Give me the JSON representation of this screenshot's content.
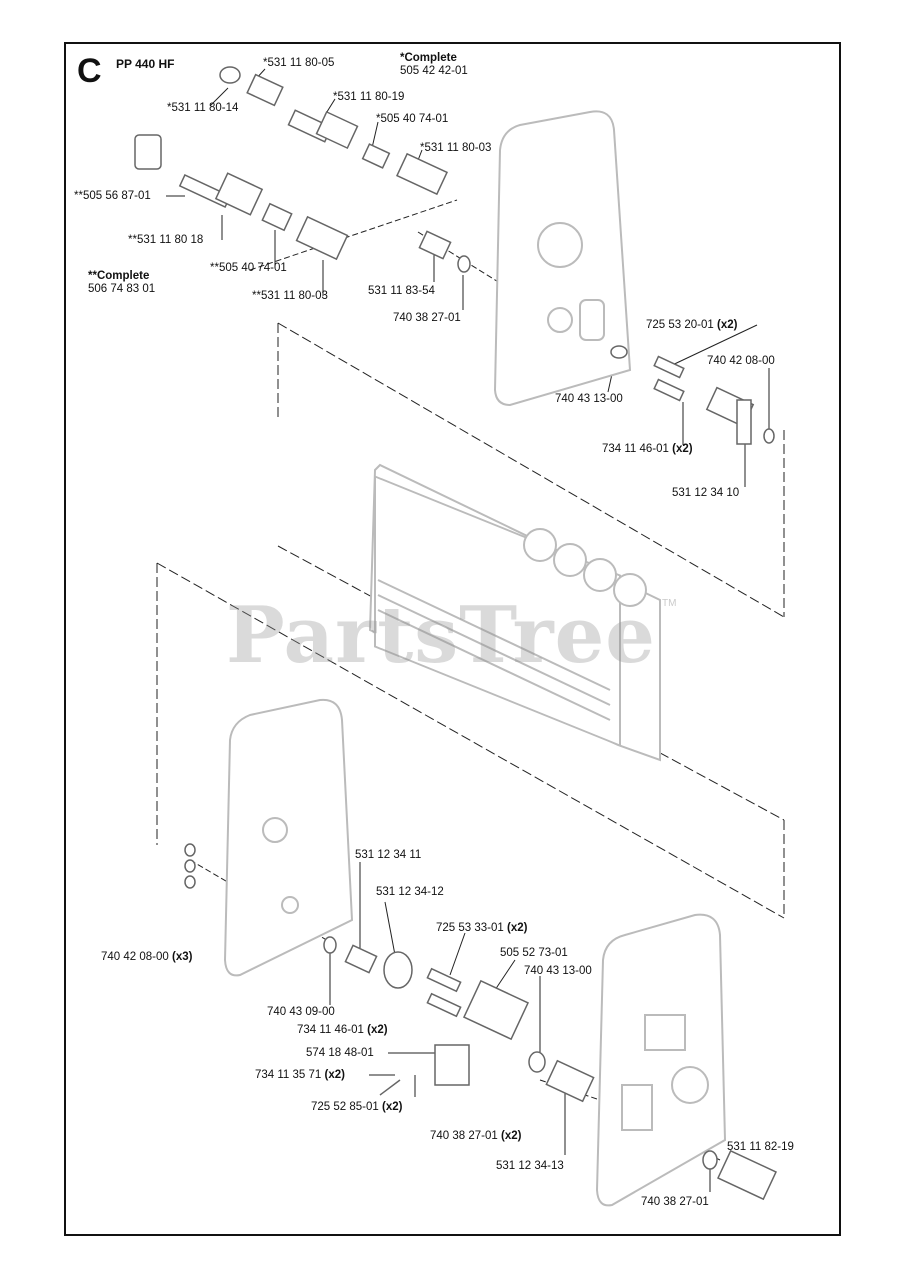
{
  "section": {
    "letter": "C",
    "model": "PP 440 HF"
  },
  "notes": {
    "complete_single": {
      "title": "*Complete",
      "number": "505 42 42-01"
    },
    "complete_double": {
      "title": "**Complete",
      "number": "506 74 83 01"
    }
  },
  "parts": [
    {
      "id": "p1",
      "number": "*531 11 80-05",
      "qty": ""
    },
    {
      "id": "p2",
      "number": "*531 11 80-14",
      "qty": ""
    },
    {
      "id": "p3",
      "number": "*531 11 80-19",
      "qty": ""
    },
    {
      "id": "p4",
      "number": "*505 40 74-01",
      "qty": ""
    },
    {
      "id": "p5",
      "number": "*531 11 80-03",
      "qty": ""
    },
    {
      "id": "p6",
      "number": "**505 56 87-01",
      "qty": ""
    },
    {
      "id": "p7",
      "number": "**531 11 80 18",
      "qty": ""
    },
    {
      "id": "p8",
      "number": "**505 40 74-01",
      "qty": ""
    },
    {
      "id": "p9",
      "number": "**531 11 80-03",
      "qty": ""
    },
    {
      "id": "p10",
      "number": "531 11 83-54",
      "qty": ""
    },
    {
      "id": "p11",
      "number": "740 38 27-01",
      "qty": ""
    },
    {
      "id": "p12",
      "number": "725 53 20-01",
      "qty": "(x2)"
    },
    {
      "id": "p13",
      "number": "740 42 08-00",
      "qty": ""
    },
    {
      "id": "p14",
      "number": "740 43 13-00",
      "qty": ""
    },
    {
      "id": "p15",
      "number": "734 11 46-01",
      "qty": "(x2)"
    },
    {
      "id": "p16",
      "number": "531 12 34 10",
      "qty": ""
    },
    {
      "id": "p17",
      "number": "531 12 34 11",
      "qty": ""
    },
    {
      "id": "p18",
      "number": "531 12 34-12",
      "qty": ""
    },
    {
      "id": "p19",
      "number": "725 53 33-01",
      "qty": "(x2)"
    },
    {
      "id": "p20",
      "number": "505 52 73-01",
      "qty": ""
    },
    {
      "id": "p21",
      "number": "740 43 13-00",
      "qty": ""
    },
    {
      "id": "p22",
      "number": "740 42 08-00",
      "qty": "(x3)"
    },
    {
      "id": "p23",
      "number": "740 43 09-00",
      "qty": ""
    },
    {
      "id": "p24",
      "number": "734 11 46-01",
      "qty": "(x2)"
    },
    {
      "id": "p25",
      "number": "574 18 48-01",
      "qty": ""
    },
    {
      "id": "p26",
      "number": "734 11 35 71",
      "qty": "(x2)"
    },
    {
      "id": "p27",
      "number": "725 52 85-01",
      "qty": "(x2)"
    },
    {
      "id": "p28",
      "number": "740 38 27-01",
      "qty": "(x2)"
    },
    {
      "id": "p29",
      "number": "531 12 34-13",
      "qty": ""
    },
    {
      "id": "p30",
      "number": "531 11 82-19",
      "qty": ""
    },
    {
      "id": "p31",
      "number": "740 38 27-01",
      "qty": ""
    }
  ],
  "watermark": {
    "text": "PartsTree",
    "mark": "TM"
  }
}
